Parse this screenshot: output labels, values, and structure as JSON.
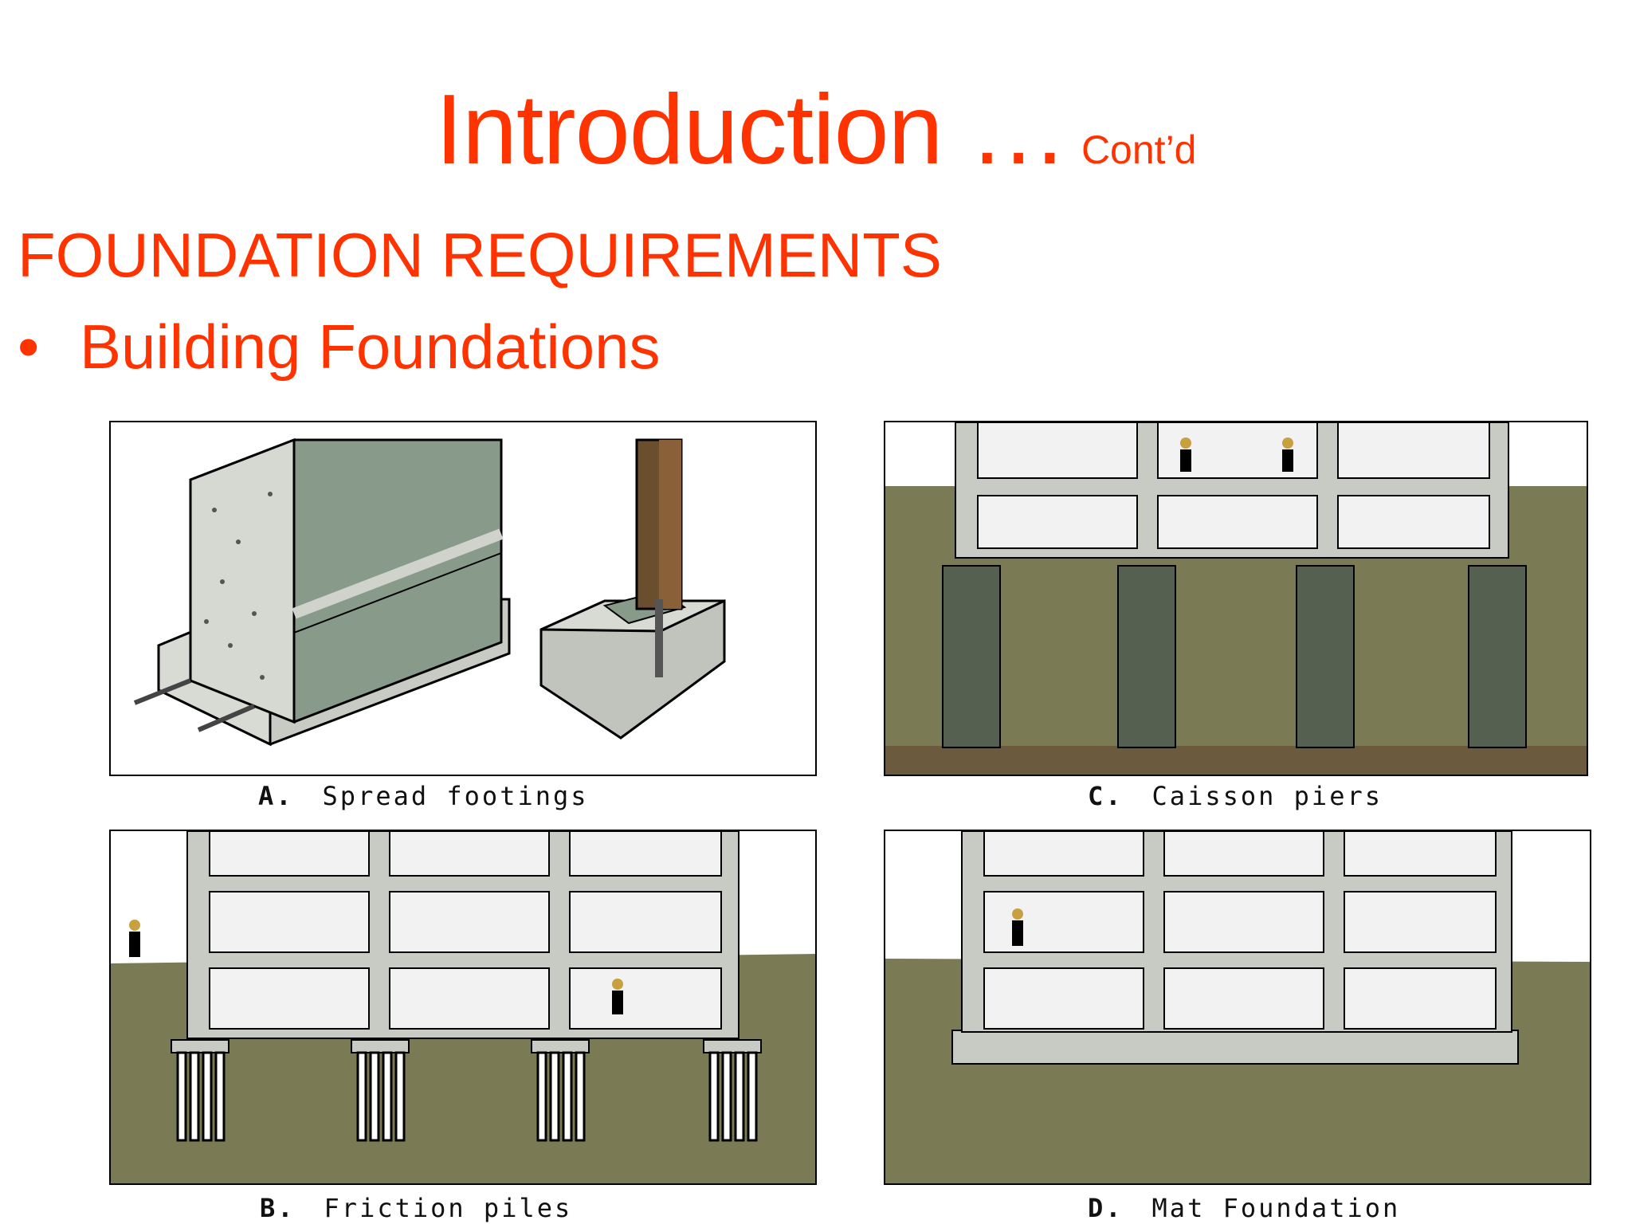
{
  "slide": {
    "title": "Introduction …",
    "title_suffix": "Cont’d",
    "heading": "FOUNDATION REQUIREMENTS",
    "bullet_marker": "•",
    "bullet": "Building Foundations"
  },
  "figures": [
    {
      "letter": "A.",
      "caption": "Spread footings"
    },
    {
      "letter": "B.",
      "caption": "Friction piles"
    },
    {
      "letter": "C.",
      "caption": "Caisson piers"
    },
    {
      "letter": "D.",
      "caption": "Mat Foundation"
    }
  ],
  "colors": {
    "accent": "#ff3300",
    "soil": "#7a7a55",
    "concrete": "#c8cbc4",
    "wall_green": "#889a8a",
    "caisson": "#556050"
  }
}
